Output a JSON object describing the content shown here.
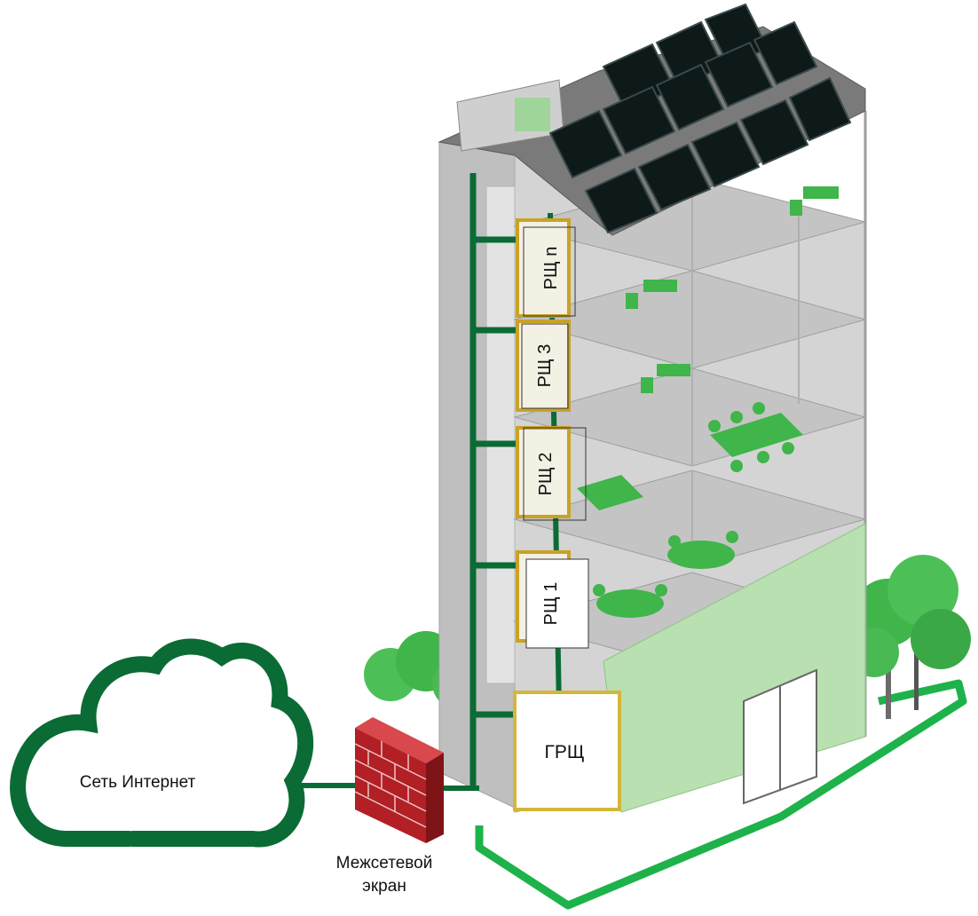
{
  "labels": {
    "cloud": "Сеть Интернет",
    "firewall_line1": "Межсетевой",
    "firewall_line2": "экран",
    "main_board": "ГРЩ",
    "panels": [
      "РЩ n",
      "РЩ 3",
      "РЩ 2",
      "РЩ 1"
    ]
  },
  "colors": {
    "network_green": "#0b6b35",
    "ground_green": "#1db24a",
    "panel_border": "#c9a227",
    "building_gray": "#c9c9c9",
    "facade_green": "#b8e0b0",
    "solar_panel": "#0e1a1a",
    "brick": "#b21f24"
  },
  "icons": [
    "cloud-icon",
    "firewall-brick-wall-icon",
    "solar-panel-icon",
    "tree-icon",
    "office-desk-icon",
    "meeting-table-icon"
  ]
}
